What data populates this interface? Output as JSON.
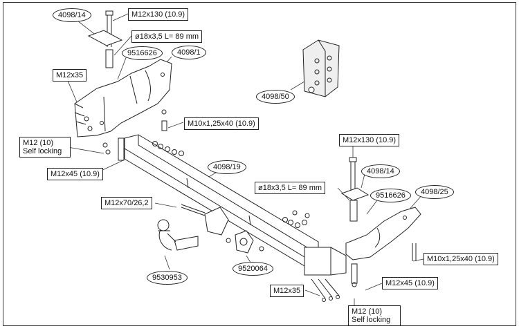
{
  "labels": {
    "p4098_14_top": "4098/14",
    "bolt_m12x130_left": "M12x130 (10.9)",
    "sleeve_left": "ø18x3,5 L= 89 mm",
    "p9516626_left": "9516626",
    "p4098_1": "4098/1",
    "m12x35_left": "M12x35",
    "m10x125x40_left": "M10x1,25x40 (10.9)",
    "m12_10_left_line1": "M12 (10)",
    "m12_10_left_line2": "Self locking",
    "m12x45_left": "M12x45 (10.9)",
    "p4098_50": "4098/50",
    "p4098_19": "4098/19",
    "bolt_m12x130_right": "M12x130 (10.9)",
    "p4098_14_right": "4098/14",
    "sleeve_right": "ø18x3,5 L= 89 mm",
    "p9516626_right": "9516626",
    "p4098_25": "4098/25",
    "m12x70": "M12x70/26,2",
    "m10x125x40_right": "M10x1,25x40 (10.9)",
    "p9530953": "9530953",
    "p9520064": "9520064",
    "m12x45_right": "M12x45 (10.9)",
    "m12x35_right": "M12x35",
    "m12_10_right_line1": "M12 (10)",
    "m12_10_right_line2": "Self locking"
  },
  "colors": {
    "line": "#222222",
    "part_fill": "#ffffff",
    "shade": "#d8d8d8"
  }
}
